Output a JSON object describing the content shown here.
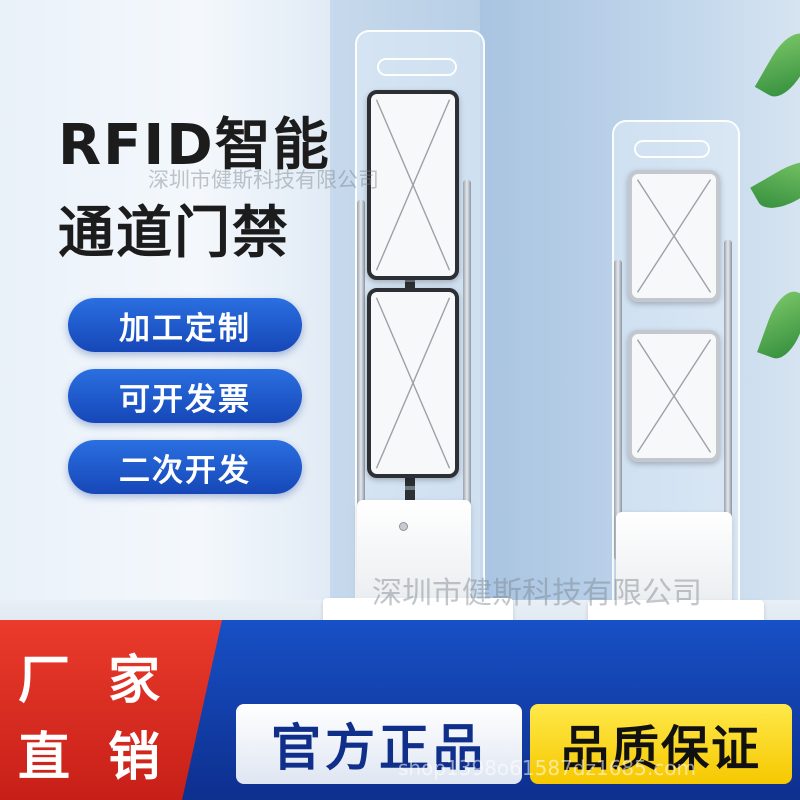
{
  "headline": {
    "line1": "RFID智能",
    "line2": "通道门禁"
  },
  "watermark": {
    "top": "深圳市健斯科技有限公司",
    "middle": "深圳市健斯科技有限公司",
    "bottom": "shop1398o61587dz1685.com"
  },
  "features": [
    {
      "label": "加工定制"
    },
    {
      "label": "可开发票"
    },
    {
      "label": "二次开发"
    }
  ],
  "banner": {
    "factory_line1": "厂 家",
    "factory_line2": "直 销",
    "official": "官方正品",
    "quality": "品质保证"
  },
  "colors": {
    "pill_blue": "#1e5bd6",
    "banner_blue": "#1850c6",
    "banner_red": "#e2342a",
    "badge_yellow": "#f9d71c"
  },
  "icons": [
    "leaf-decoration-icon"
  ]
}
